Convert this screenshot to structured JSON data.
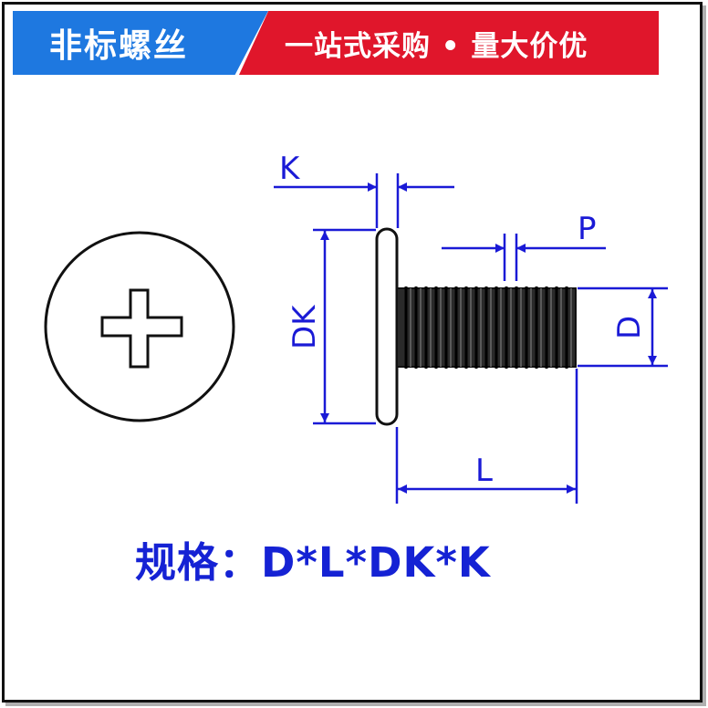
{
  "banner": {
    "left_text": "非标螺丝",
    "right_text": "一站式采购 • 量大价优",
    "left_color": "#1e78e0",
    "right_color": "#e0162b"
  },
  "dimensions": {
    "k_label": "K",
    "p_label": "P",
    "dk_label": "DK",
    "d_label": "D",
    "l_label": "L",
    "dimension_color": "#1a1ad6"
  },
  "spec": {
    "text": "规格：D*L*DK*K"
  }
}
